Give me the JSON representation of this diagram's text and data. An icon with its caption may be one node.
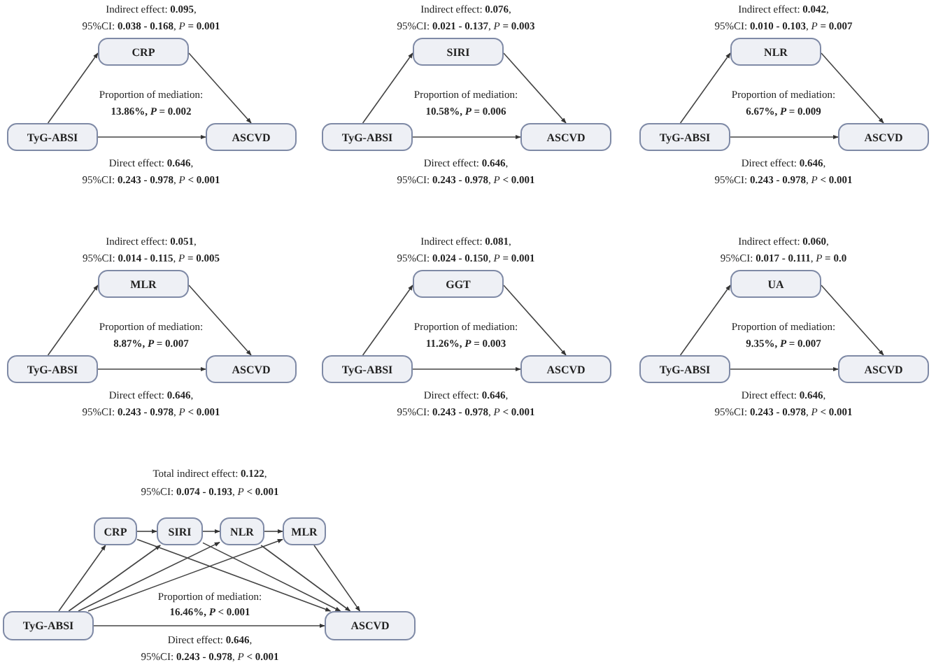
{
  "diagram": {
    "nodes": [
      {
        "text": [
          "CRP"
        ]
      },
      {
        "text": [
          "TyG-ABSI"
        ]
      },
      {
        "text": [
          "ASCVD"
        ]
      },
      {
        "text": [
          "SIRI"
        ]
      },
      {
        "text": [
          "TyG-ABSI"
        ]
      },
      {
        "text": [
          "ASCVD"
        ]
      },
      {
        "text": [
          "NLR"
        ]
      },
      {
        "text": [
          "TyG-ABSI"
        ]
      },
      {
        "text": [
          "ASCVD"
        ]
      },
      {
        "text": [
          "MLR"
        ]
      },
      {
        "text": [
          "TyG-ABSI"
        ]
      },
      {
        "text": [
          "ASCVD"
        ]
      },
      {
        "text": [
          "GGT"
        ]
      },
      {
        "text": [
          "TyG-ABSI"
        ]
      },
      {
        "text": [
          "ASCVD"
        ]
      },
      {
        "text": [
          "UA"
        ]
      },
      {
        "text": [
          "TyG-ABSI"
        ]
      },
      {
        "text": [
          "ASCVD"
        ]
      },
      {
        "text": [
          "CRP"
        ]
      },
      {
        "text": [
          "SIRI"
        ]
      },
      {
        "text": [
          "NLR"
        ]
      },
      {
        "text": [
          "MLR"
        ]
      },
      {
        "text": [
          "TyG-ABSI"
        ]
      },
      {
        "text": [
          "ASCVD"
        ]
      }
    ],
    "edges": [
      {
        "from": 1,
        "to": 0,
        "arrow": "to"
      },
      {
        "from": 0,
        "to": 2,
        "arrow": "to"
      },
      {
        "from": 1,
        "to": 2,
        "arrow": "to"
      },
      {
        "from": 4,
        "to": 3,
        "arrow": "to"
      },
      {
        "from": 3,
        "to": 5,
        "arrow": "to"
      },
      {
        "from": 4,
        "to": 5,
        "arrow": "to"
      },
      {
        "from": 7,
        "to": 6,
        "arrow": "to"
      },
      {
        "from": 6,
        "to": 8,
        "arrow": "to"
      },
      {
        "from": 7,
        "to": 8,
        "arrow": "to"
      },
      {
        "from": 10,
        "to": 9,
        "arrow": "to"
      },
      {
        "from": 9,
        "to": 11,
        "arrow": "to"
      },
      {
        "from": 10,
        "to": 11,
        "arrow": "to"
      },
      {
        "from": 13,
        "to": 12,
        "arrow": "to"
      },
      {
        "from": 12,
        "to": 14,
        "arrow": "to"
      },
      {
        "from": 13,
        "to": 14,
        "arrow": "to"
      },
      {
        "from": 16,
        "to": 15,
        "arrow": "to"
      },
      {
        "from": 15,
        "to": 17,
        "arrow": "to"
      },
      {
        "from": 16,
        "to": 17,
        "arrow": "to"
      },
      {
        "from": 18,
        "to": 19,
        "arrow": "to"
      },
      {
        "from": 19,
        "to": 20,
        "arrow": "to"
      },
      {
        "from": 20,
        "to": 21,
        "arrow": "to"
      },
      {
        "from": 22,
        "to": 18,
        "arrow": "to"
      },
      {
        "from": 22,
        "to": 19,
        "arrow": "to"
      },
      {
        "from": 22,
        "to": 20,
        "arrow": "to"
      },
      {
        "from": 22,
        "to": 21,
        "arrow": "to"
      },
      {
        "from": 18,
        "to": 23,
        "arrow": "to"
      },
      {
        "from": 19,
        "to": 23,
        "arrow": "to"
      },
      {
        "from": 20,
        "to": 23,
        "arrow": "to"
      },
      {
        "from": 21,
        "to": 23,
        "arrow": "to"
      },
      {
        "from": 22,
        "to": 23,
        "arrow": "to"
      }
    ],
    "labels": [
      "Indirect effect: **0.095**,",
      "95%CI:  **0.038 - 0.168**, *P* **= 0.001**",
      "Proportion of mediation:",
      "13.86%, *P* = 0.002",
      "Direct effect: **0.646**,",
      "95%CI: **0.243 - 0.978**, *P* **< 0.001**",
      "Indirect effect: **0.076**,",
      "95%CI:  **0.021 - 0.137**, *P* **= 0.003**",
      "Proportion of mediation:",
      "10.58%, *P* = 0.006",
      "Direct effect: **0.646**,",
      "95%CI: **0.243 - 0.978**, *P* **< 0.001**",
      "Indirect effect: **0.042**,",
      "95%CI:  **0.010 - 0.103**, *P* **= 0.007**",
      "Proportion of mediation:",
      "6.67%, *P* = 0.009",
      "Direct effect: **0.646**,",
      "95%CI: **0.243 - 0.978**, *P* **< 0.001**",
      "Indirect effect: **0.051**,",
      "95%CI:  **0.014 - 0.115**, *P* **= 0.005**",
      "Proportion of mediation:",
      "8.87%, *P* = 0.007",
      "Direct effect: **0.646**,",
      "95%CI: **0.243 - 0.978**, *P* **< 0.001**",
      "Indirect effect: **0.081**,",
      "95%CI:  **0.024 - 0.150**, *P* **= 0.001**",
      "Proportion of mediation:",
      "11.26%, *P* = 0.003",
      "Direct effect: **0.646**,",
      "95%CI: **0.243 - 0.978**, *P* **< 0.001**",
      "Indirect effect: **0.060**,",
      "95%CI:  **0.017 - 0.111**, *P* **= 0.0**",
      "Proportion of mediation:",
      "9.35%, *P* = 0.007",
      "Direct effect: **0.646**,",
      "95%CI: **0.243 - 0.978**, *P* **< 0.001**",
      "Total indirect effect: **0.122**,",
      "95%CI:  **0.074 - 0.193**, *P* **< 0.001**",
      "Proportion of mediation:",
      "16.46%, *P* < 0.001",
      "Direct effect: **0.646**,",
      "95%CI: **0.243 - 0.978**, *P* **< 0.001**"
    ]
  }
}
